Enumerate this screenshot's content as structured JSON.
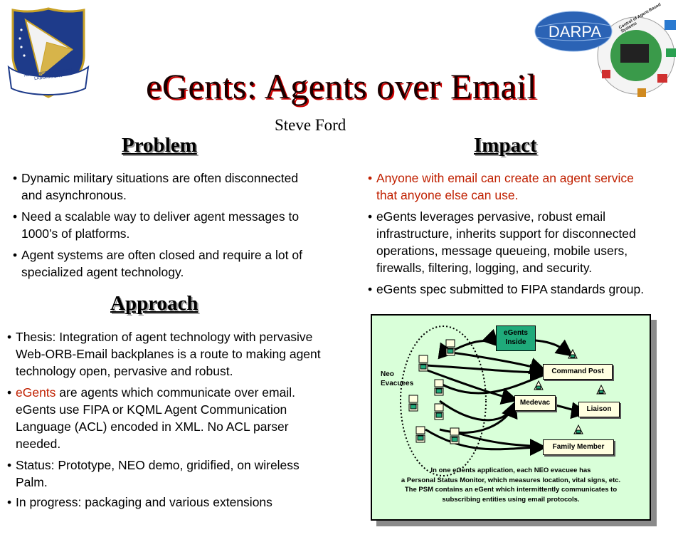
{
  "slide": {
    "title": "eGents: Agents over Email",
    "author": "Steve Ford",
    "logos": {
      "left_text": "AIR FORCE RESEARCH LABORATORY",
      "right_text": "DARPA",
      "right_ring_text": "Control of Agent-Based Systems"
    }
  },
  "problem": {
    "heading": "Problem",
    "bullets": [
      [
        "Dynamic military situations are often disconnected",
        "and asynchronous."
      ],
      [
        "Need a scalable way to deliver agent messages to",
        "1000’s of platforms."
      ],
      [
        "Agent systems are often closed and require a lot of",
        "specialized agent technology."
      ]
    ]
  },
  "approach": {
    "heading": "Approach",
    "b1": [
      "Thesis:  Integration of agent technology with pervasive",
      "Web-ORB-Email backplanes is a route to making agent",
      "technology open, pervasive and robust."
    ],
    "b2_highlight": "eGents",
    "b2_rest": " are agents which communicate over email.",
    "b2_lines": [
      "eGents use FIPA or KQML Agent Communication",
      "Language (ACL) encoded in XML. No ACL parser",
      "needed."
    ],
    "b3": [
      "Status:  Prototype, NEO demo, gridified, on wireless",
      "Palm."
    ],
    "b4": [
      "In progress:  packaging and various extensions"
    ]
  },
  "impact": {
    "heading": "Impact",
    "b1": [
      "Anyone with email can create an agent service",
      "that anyone else can use."
    ],
    "b2": [
      "eGents leverages pervasive, robust email",
      "infrastructure, inherits support for disconnected",
      "operations, message queueing, mobile users,",
      "firewalls, filtering, logging, and security."
    ],
    "b3": [
      "eGents spec submitted to FIPA standards group."
    ]
  },
  "diagram": {
    "egents_inside": [
      "eGents",
      "Inside"
    ],
    "neo_label": [
      "Neo",
      "Evacuees"
    ],
    "nodes": {
      "command_post": "Command Post",
      "medevac": "Medevac",
      "liaison": "Liaison",
      "family_member": "Family Member"
    },
    "caption": [
      "In one eGents application, each NEO evacuee has",
      "a Personal Status Monitor, which measures location, vital signs, etc.",
      "The PSM contains an eGent which intermittently communicates to",
      "subscribing entities using email protocols."
    ]
  },
  "colors": {
    "highlight_red": "#c02000",
    "diagram_bg": "#d9ffd9",
    "egent_box": "#1faa7a",
    "title_shadow": "#cc0000"
  }
}
